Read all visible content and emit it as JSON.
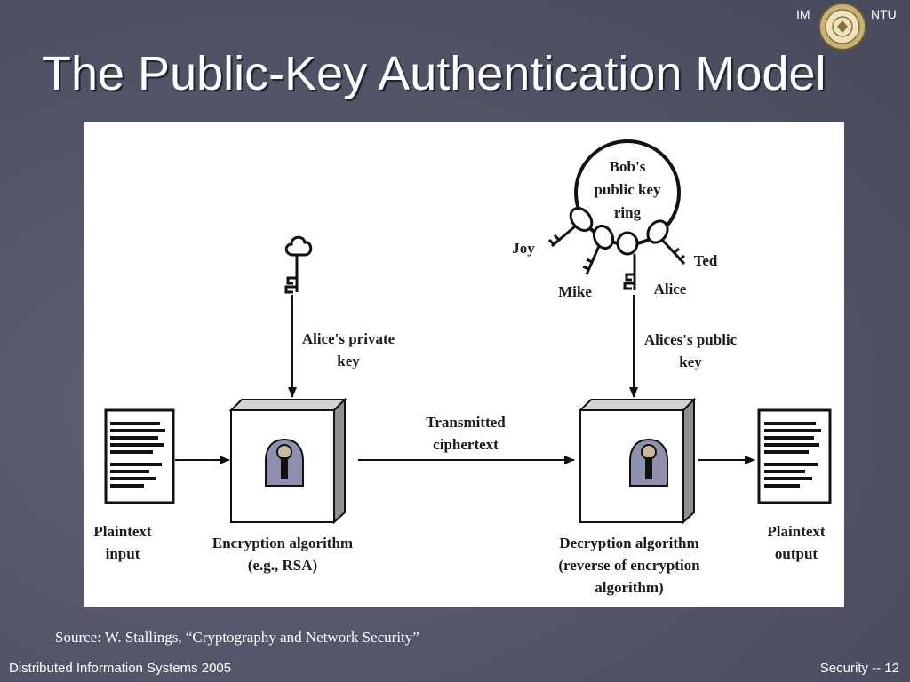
{
  "header": {
    "left_tag": "IM",
    "right_tag": "NTU"
  },
  "slide": {
    "title": "The Public-Key Authentication Model",
    "source": "Source: W. Stallings, “Cryptography and Network Security”"
  },
  "footer": {
    "left": "Distributed Information Systems 2005",
    "right": "Security -- 12"
  },
  "diagram": {
    "plaintext_input": [
      "Plaintext",
      "input"
    ],
    "private_key_label": [
      "Alice's private",
      "key"
    ],
    "encryption_label": [
      "Encryption algorithm",
      "(e.g., RSA)"
    ],
    "transmitted_label": [
      "Transmitted",
      "ciphertext"
    ],
    "public_key_label": [
      "Alices's public",
      "key"
    ],
    "decryption_label": [
      "Decryption algorithm",
      "(reverse of encryption",
      "algorithm)"
    ],
    "plaintext_output": [
      "Plaintext",
      "output"
    ],
    "key_ring_label": [
      "Bob's",
      "public key",
      "ring"
    ],
    "key_owners": {
      "joy": "Joy",
      "mike": "Mike",
      "alice": "Alice",
      "ted": "Ted"
    }
  },
  "colors": {
    "background": "#505466",
    "title": "#ffffff",
    "figure_bg": "#ffffff"
  }
}
